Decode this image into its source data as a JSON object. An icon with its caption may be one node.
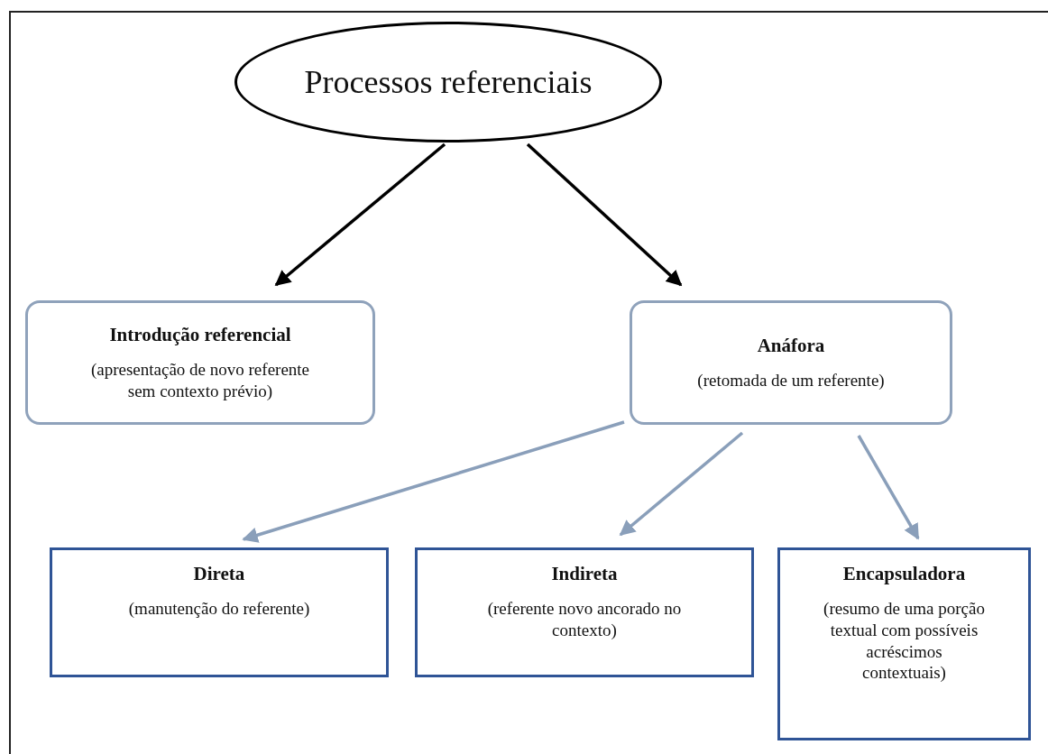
{
  "diagram": {
    "nodes": [
      {
        "text": [
          "Processos referenciais"
        ]
      },
      {
        "text": [
          "Introdução referencial",
          "(apresentação de novo referente sem contexto prévio)"
        ]
      },
      {
        "text": [
          "Anáfora",
          "(retomada de um referente)"
        ]
      },
      {
        "text": [
          "Direta",
          "(manutenção do referente)"
        ]
      },
      {
        "text": [
          "Indireta",
          "(referente novo ancorado no contexto)"
        ]
      },
      {
        "text": [
          "Encapsuladora",
          "(resumo de uma porção textual com possíveis acréscimos contextuais)"
        ]
      }
    ],
    "edges": [
      {
        "from": 0,
        "to": 1,
        "arrow": "to",
        "color": "#000000"
      },
      {
        "from": 0,
        "to": 2,
        "arrow": "to",
        "color": "#000000"
      },
      {
        "from": 2,
        "to": 3,
        "arrow": "to"
      },
      {
        "from": 2,
        "to": 4,
        "arrow": "to"
      },
      {
        "from": 2,
        "to": 5,
        "arrow": "to"
      }
    ]
  }
}
